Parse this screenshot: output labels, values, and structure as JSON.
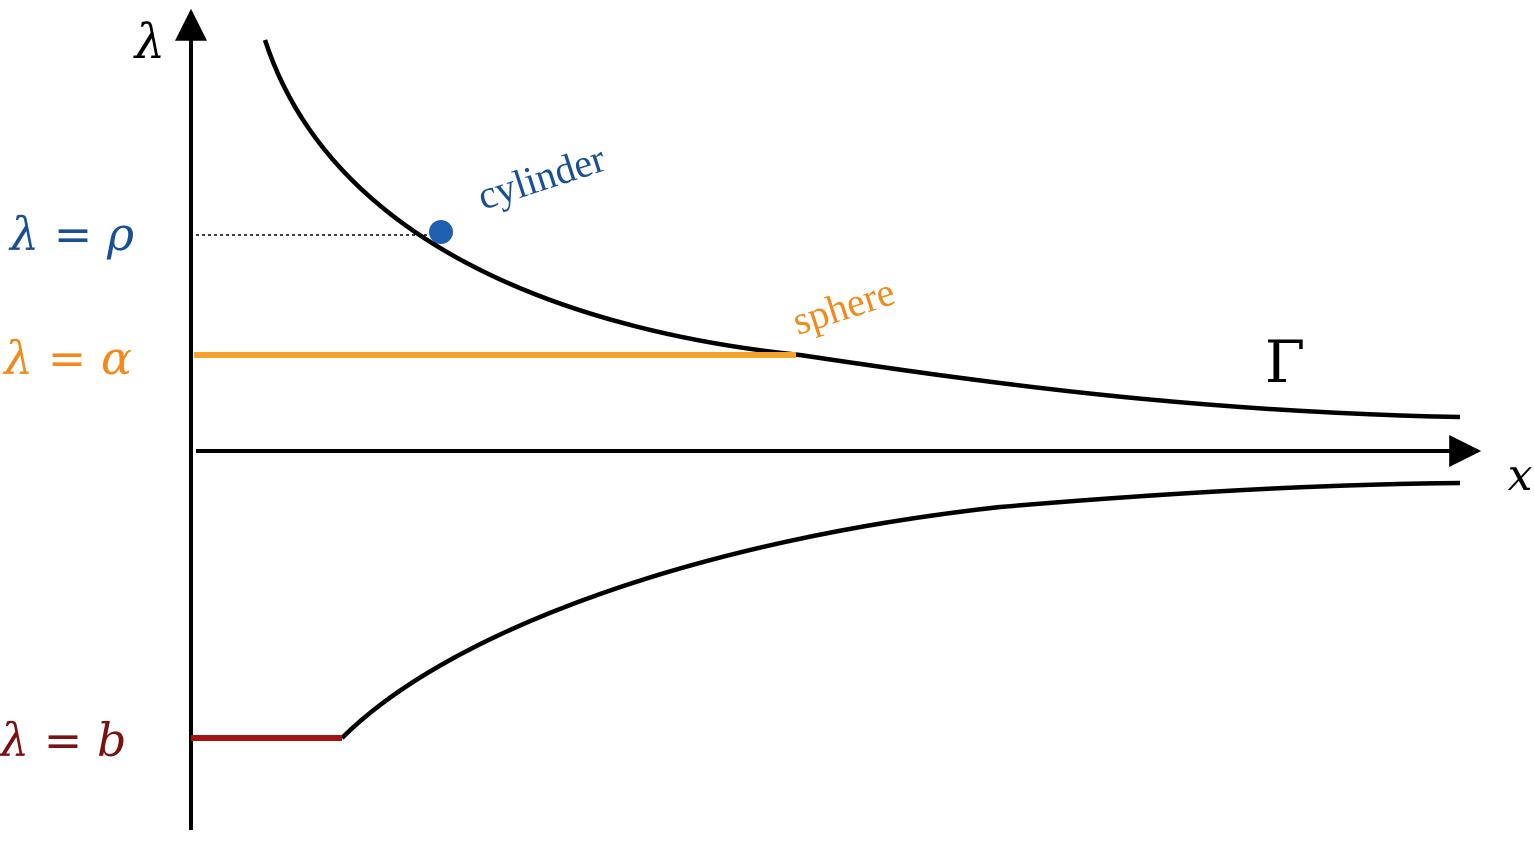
{
  "axes": {
    "x_label": "x",
    "y_label": "λ"
  },
  "levels": {
    "rho": {
      "label": "λ = ρ",
      "color": "#1a4f96"
    },
    "alpha": {
      "label": "λ = α",
      "color": "#f08a1c"
    },
    "b": {
      "label": "λ = b",
      "color": "#7a1212",
      "segment_color": "#a31414"
    }
  },
  "curve": {
    "label": "Γ",
    "color": "#000000"
  },
  "annotations": {
    "cylinder": {
      "text": "cylinder",
      "color": "#1a4f96",
      "point_color": "#1f5fb0"
    },
    "sphere": {
      "text": "sphere",
      "color": "#f08a1c",
      "line_color": "#f5a32a"
    }
  }
}
